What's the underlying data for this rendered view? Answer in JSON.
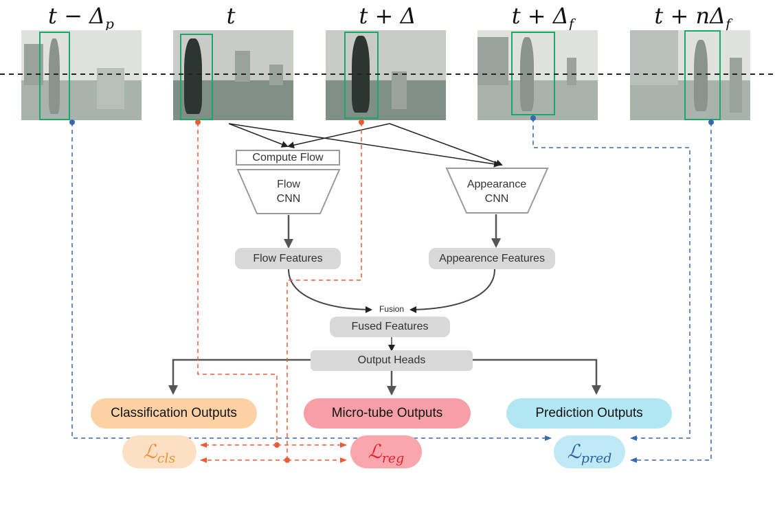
{
  "frames": [
    {
      "label": "t − Δp",
      "label_main": "t − Δ",
      "label_sub": "p"
    },
    {
      "label": "t",
      "label_main": "t",
      "label_sub": ""
    },
    {
      "label": "t + Δ",
      "label_main": "t + Δ",
      "label_sub": ""
    },
    {
      "label": "t + Δf",
      "label_main": "t + Δ",
      "label_sub": "f"
    },
    {
      "label": "t + nΔf",
      "label_main": "t + nΔ",
      "label_sub": "f"
    }
  ],
  "nodes": {
    "compute_flow": "Compute Flow",
    "flow_cnn_line1": "Flow",
    "flow_cnn_line2": "CNN",
    "appearance_cnn_line1": "Appearance",
    "appearance_cnn_line2": "CNN",
    "flow_features": "Flow Features",
    "appearance_features": "Appearence Features",
    "fusion": "Fusion",
    "fused_features": "Fused Features",
    "output_heads": "Output Heads"
  },
  "outputs": {
    "classification": "Classification Outputs",
    "microtube": "Micro-tube Outputs",
    "prediction": "Prediction Outputs"
  },
  "losses": {
    "cls": {
      "main": "ℒ",
      "sub": "cls"
    },
    "reg": {
      "main": "ℒ",
      "sub": "reg"
    },
    "pred": {
      "main": "ℒ",
      "sub": "pred"
    }
  },
  "colors": {
    "classification_fill": "#fcd2a4",
    "microtube_fill": "#f79fa6",
    "prediction_fill": "#b2e6f2",
    "loss_cls_fill": "#fde0c3",
    "loss_reg_fill": "#f9a6ad",
    "loss_pred_fill": "#bfe9f4",
    "loss_cls_text": "#f0913a",
    "loss_reg_text": "#e3222f",
    "loss_pred_text": "#2d5fa8",
    "red_dashed": "#ef5a36",
    "blue_dashed": "#3a67ad",
    "bbox": "#1aa86a",
    "gray_box": "#d9d9d9"
  }
}
